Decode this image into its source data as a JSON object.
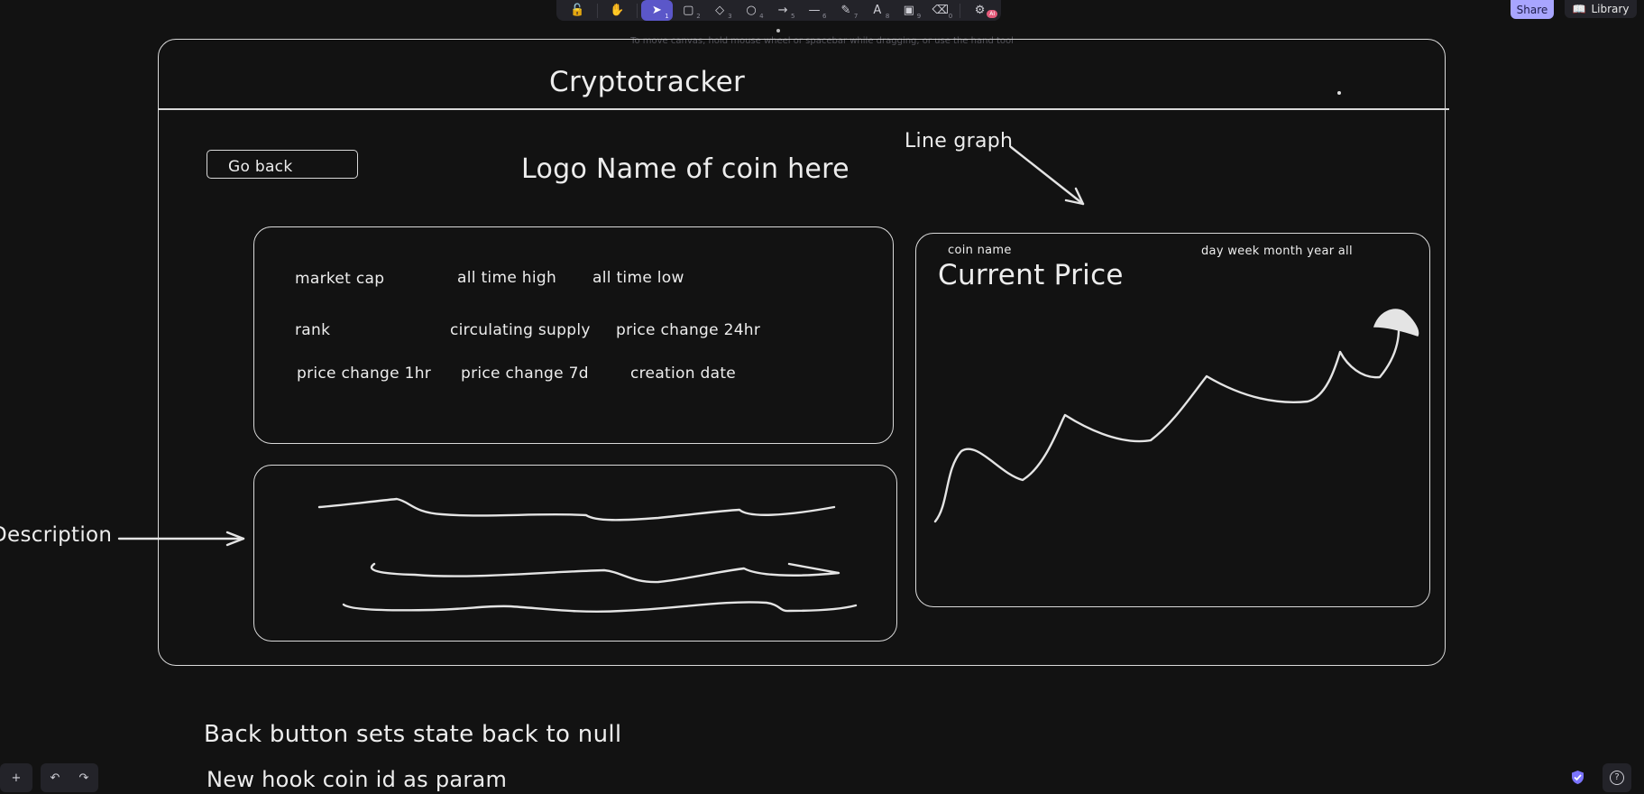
{
  "toolbar": {
    "tools": [
      {
        "name": "lock-tool",
        "glyph": "🔓",
        "num": ""
      },
      {
        "name": "hand-tool",
        "glyph": "✋",
        "num": ""
      },
      {
        "name": "selection-tool",
        "glyph": "➤",
        "num": "1"
      },
      {
        "name": "rectangle-tool",
        "glyph": "▢",
        "num": "2"
      },
      {
        "name": "diamond-tool",
        "glyph": "◇",
        "num": "3"
      },
      {
        "name": "ellipse-tool",
        "glyph": "○",
        "num": "4"
      },
      {
        "name": "arrow-tool",
        "glyph": "→",
        "num": "5"
      },
      {
        "name": "line-tool",
        "glyph": "—",
        "num": "6"
      },
      {
        "name": "draw-tool",
        "glyph": "✎",
        "num": "7"
      },
      {
        "name": "text-tool",
        "glyph": "A",
        "num": "8"
      },
      {
        "name": "image-tool",
        "glyph": "▣",
        "num": "9"
      },
      {
        "name": "eraser-tool",
        "glyph": "⌫",
        "num": "0"
      },
      {
        "name": "more-tools",
        "glyph": "⚙",
        "num": ""
      }
    ],
    "ai_badge": "AI",
    "hint": "To move canvas, hold mouse wheel or spacebar while dragging, or use the hand tool"
  },
  "header": {
    "share_label": "Share",
    "library_label": "Library"
  },
  "sketch": {
    "title": "Cryptotracker",
    "go_back": "Go back",
    "heading": "Logo  Name of coin here",
    "line_graph_annotation": "Line graph",
    "stats": {
      "market_cap": "market cap",
      "all_time_high": "all time high",
      "all_time_low": "all time low",
      "rank": "rank",
      "circulating_supply": "circulating supply",
      "price_change_24hr": "price change 24hr",
      "price_change_1hr": "price change 1hr",
      "price_change_7d": "price change 7d",
      "creation_date": "creation date"
    },
    "description_label": "Description",
    "chart": {
      "coin_name": "coin name",
      "ranges": "day  week month year all",
      "current_price": "Current Price"
    },
    "notes": [
      "Back button sets state back to null",
      "New hook coin id as param"
    ]
  },
  "footer": {
    "zoom_in": "+",
    "undo": "↶",
    "redo": "↷",
    "help": "?"
  }
}
